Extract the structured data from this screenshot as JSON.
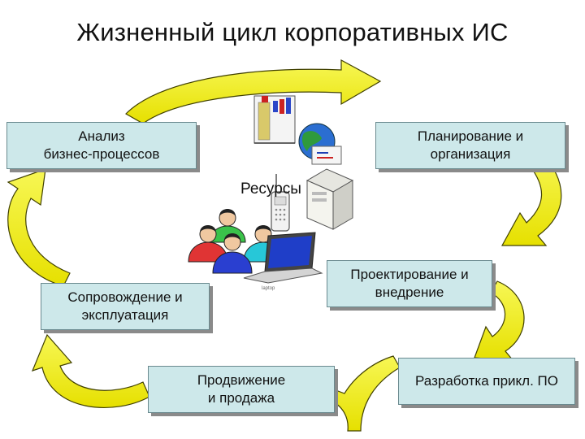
{
  "title": "Жизненный цикл корпоративных ИС",
  "stages": {
    "analysis": "Анализ\nбизнес-процессов",
    "planning": "Планирование и\nорганизация",
    "design": "Проектирование и\nвнедрение",
    "development": "Разработка прикл. ПО",
    "promotion": "Продвижение\nи продажа",
    "support": "Сопровождение и\nэксплуатация"
  },
  "center": {
    "resources_label": "Ресурсы",
    "laptop_caption": "laptop"
  },
  "colors": {
    "box_fill": "#cde8ea",
    "arrow_fill": "#f2f000",
    "arrow_stroke": "#404000"
  },
  "icons": [
    "cycle-arrow-icon",
    "server-cabinet-icon",
    "globe-icon",
    "envelope-icon",
    "mobile-phone-icon",
    "tower-server-icon",
    "people-group-icon",
    "laptop-icon"
  ]
}
